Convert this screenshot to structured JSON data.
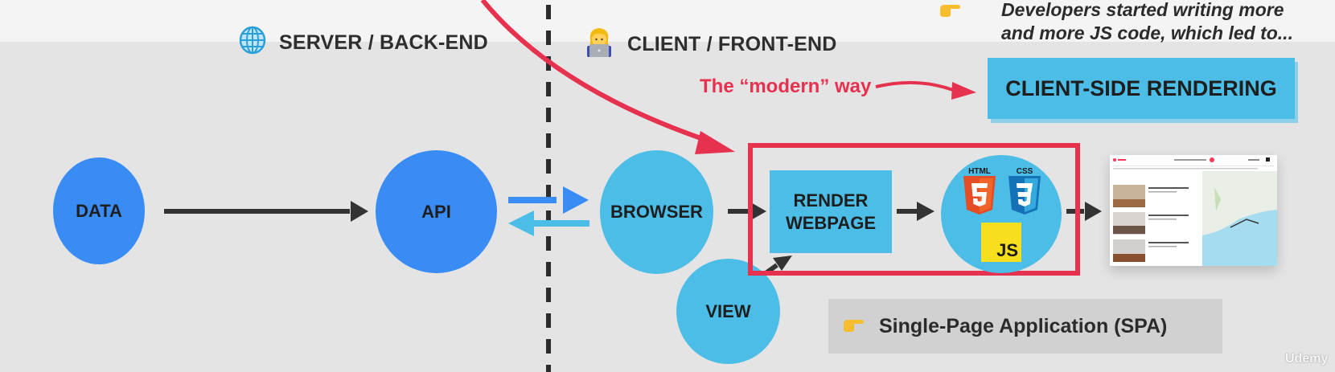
{
  "headers": {
    "server": {
      "label": "SERVER / BACK-END",
      "icon": "globe-icon"
    },
    "client": {
      "label": "CLIENT / FRONT-END",
      "icon": "woman-technologist-icon"
    }
  },
  "note": {
    "icon": "pointing-hand-icon",
    "line1": "Developers started writing more",
    "line2": "and more JS code, which led to..."
  },
  "modern_label": "The “modern” way",
  "csr_box": {
    "label": "CLIENT-SIDE RENDERING"
  },
  "nodes": {
    "data": "DATA",
    "api": "API",
    "browser": "BROWSER",
    "view": "VIEW",
    "render_line1": "RENDER",
    "render_line2": "WEBPAGE"
  },
  "tech_logos": {
    "html": "HTML",
    "html_num": "5",
    "css": "CSS",
    "css_num": "3",
    "js": "JS"
  },
  "spa": {
    "icon": "pointing-hand-icon",
    "label": "Single-Page Application (SPA)"
  },
  "watermark": "Udemy",
  "colors": {
    "accent_red": "#e6314f",
    "dark_blue": "#3a8cf5",
    "light_blue": "#4bbde6",
    "text": "#1e1e1e"
  }
}
